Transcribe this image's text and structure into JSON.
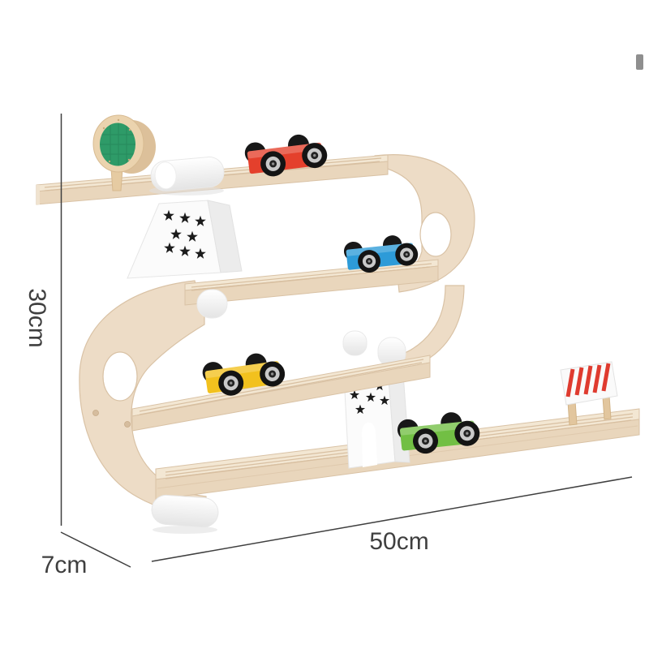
{
  "image": {
    "description": "Wooden toy car ramp racer with four colored cars, tree sign, star supports and finish barrier",
    "background": "#ffffff"
  },
  "dimensions": {
    "height": "30cm",
    "length": "50cm",
    "depth": "7cm"
  },
  "colors": {
    "wood": "#EDDCC6",
    "wood_top": "#F3E7D3",
    "wood_face": "#E9D6BC",
    "wood_edge": "#D9C2A5",
    "car_red": "#E4402C",
    "car_blue": "#2D9BD8",
    "car_yellow": "#F2C11E",
    "car_green": "#72BF44",
    "tree_green": "#2E9B68",
    "barrier_red": "#DF3B2F",
    "white_part": "#FAFAFA",
    "line": "#3F3F3F",
    "scroll_thumb": "#8F8F8F"
  }
}
